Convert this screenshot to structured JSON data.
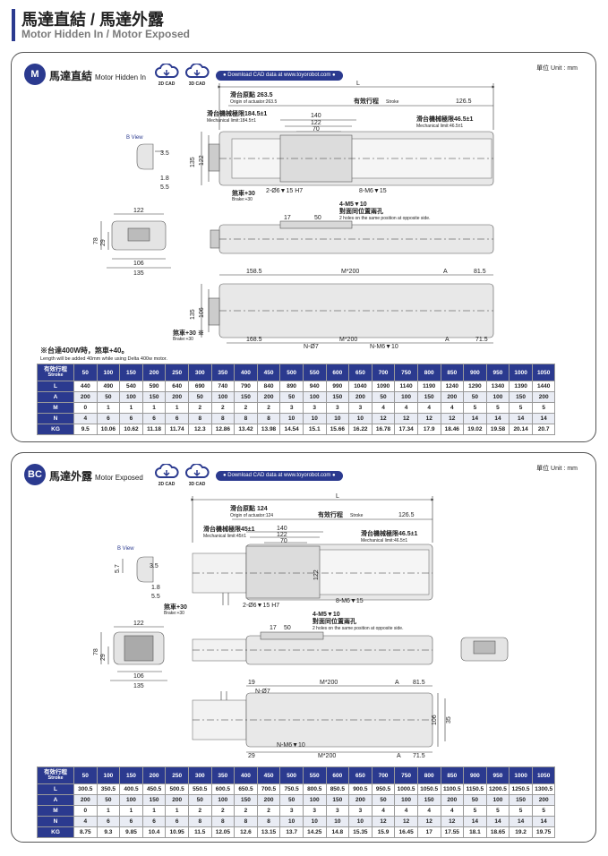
{
  "header": {
    "title": "馬達直結 / 馬達外露",
    "subtitle": "Motor Hidden In / Motor Exposed"
  },
  "panels": [
    {
      "badge": "M",
      "title_zh": "馬達直結",
      "title_en": "Motor Hidden In",
      "cad_2d": "2D CAD",
      "cad_3d": "3D CAD",
      "download": "Download CAD data at www.toyorobot.com",
      "unit": "單位 Unit : mm",
      "labels": {
        "b_view": "B View",
        "L": "L",
        "origin_zh": "滑台原點 263.5",
        "origin_en": "Origin of actuator:263.5",
        "stroke_zh": "有效行程",
        "stroke_en": "Stroke",
        "d126": "126.5",
        "mech1_zh": "滑台機械極限184.5±1",
        "mech1_en": "Mechanical limit:184.5±1",
        "mech2_zh": "滑台機械極限46.5±1",
        "mech2_en": "Mechanical limit:46.5±1",
        "d140": "140",
        "d122": "122",
        "d70": "70",
        "d135": "135",
        "d122v": "122",
        "d35": "3.5",
        "d18": "1.8",
        "d55": "5.5",
        "hole1": "2-Ø6▼15 H7",
        "hole2": "8-M6▼15",
        "brake_zh": "煞車+30",
        "brake_en": "Brake:+30",
        "m5_zh": "4-M5▼10",
        "m5_zh2": "對面同位置兩孔",
        "m5_en": "2 holes on the same position at opposite side.",
        "d17": "17",
        "d50": "50",
        "e122": "122",
        "e78": "78",
        "e29": "29",
        "e106": "106",
        "e135": "135",
        "d1585": "158.5",
        "m200": "M*200",
        "A": "A",
        "d815": "81.5",
        "d1685": "168.5",
        "n07": "N-Ø7",
        "nm6": "N-M6▼10",
        "d715": "71.5",
        "brake2_zh": "煞車+30 ※",
        "brake2_en": "Brake:+30",
        "p135": "135",
        "p106": "106"
      },
      "notes": {
        "main": "※台達400W時，煞車+40。",
        "en": "Length will be added 40mm while using Delta 400w motor."
      },
      "table": {
        "head_zh": "有效行程",
        "head_en": "Stroke",
        "strokes": [
          "50",
          "100",
          "150",
          "200",
          "250",
          "300",
          "350",
          "400",
          "450",
          "500",
          "550",
          "600",
          "650",
          "700",
          "750",
          "800",
          "850",
          "900",
          "950",
          "1000",
          "1050"
        ],
        "rows": [
          {
            "label": "L",
            "values": [
              "440",
              "490",
              "540",
              "590",
              "640",
              "690",
              "740",
              "790",
              "840",
              "890",
              "940",
              "990",
              "1040",
              "1090",
              "1140",
              "1190",
              "1240",
              "1290",
              "1340",
              "1390",
              "1440"
            ]
          },
          {
            "label": "A",
            "values": [
              "200",
              "50",
              "100",
              "150",
              "200",
              "50",
              "100",
              "150",
              "200",
              "50",
              "100",
              "150",
              "200",
              "50",
              "100",
              "150",
              "200",
              "50",
              "100",
              "150",
              "200"
            ]
          },
          {
            "label": "M",
            "values": [
              "0",
              "1",
              "1",
              "1",
              "1",
              "2",
              "2",
              "2",
              "2",
              "3",
              "3",
              "3",
              "3",
              "4",
              "4",
              "4",
              "4",
              "5",
              "5",
              "5",
              "5"
            ]
          },
          {
            "label": "N",
            "values": [
              "4",
              "6",
              "6",
              "6",
              "6",
              "8",
              "8",
              "8",
              "8",
              "10",
              "10",
              "10",
              "10",
              "12",
              "12",
              "12",
              "12",
              "14",
              "14",
              "14",
              "14"
            ]
          },
          {
            "label": "KG",
            "values": [
              "9.5",
              "10.06",
              "10.62",
              "11.18",
              "11.74",
              "12.3",
              "12.86",
              "13.42",
              "13.98",
              "14.54",
              "15.1",
              "15.66",
              "16.22",
              "16.78",
              "17.34",
              "17.9",
              "18.46",
              "19.02",
              "19.58",
              "20.14",
              "20.7"
            ]
          }
        ]
      }
    },
    {
      "badge": "BC",
      "title_zh": "馬達外露",
      "title_en": "Motor Exposed",
      "cad_2d": "2D CAD",
      "cad_3d": "3D CAD",
      "download": "Download CAD data at www.toyorobot.com",
      "unit": "單位 Unit : mm",
      "labels": {
        "b_view": "B View",
        "L": "L",
        "origin_zh": "滑台原點 124",
        "origin_en": "Origin of actuator:124",
        "stroke_zh": "有效行程",
        "stroke_en": "Stroke",
        "d126": "126.5",
        "mech1_zh": "滑台機械極限45±1",
        "mech1_en": "Mechanical limit:45±1",
        "mech2_zh": "滑台機械極限46.5±1",
        "mech2_en": "Mechanical limit:46.5±1",
        "d140": "140",
        "d122": "122",
        "d70": "70",
        "d122v": "122",
        "d57": "5.7",
        "d35": "3.5",
        "d18": "1.8",
        "d55": "5.5",
        "hole1": "2-Ø6▼15 H7",
        "hole2": "8-M6▼15",
        "brake_zh": "煞車+30",
        "brake_en": "Brake:+30",
        "m5_zh": "4-M5▼10",
        "m5_zh2": "對面同位置兩孔",
        "m5_en": "2 holes on the same position at opposite side.",
        "d17": "17",
        "d50": "50",
        "e122": "122",
        "e78": "78",
        "e29": "29",
        "e106": "106",
        "e135": "135",
        "d19": "19",
        "m200": "M*200",
        "A": "A",
        "d815": "81.5",
        "n07": "N-Ø7",
        "nm6": "N-M6▼10",
        "d29": "29",
        "d715": "71.5",
        "p106": "106",
        "p35": "35"
      },
      "table": {
        "head_zh": "有效行程",
        "head_en": "Stroke",
        "strokes": [
          "50",
          "100",
          "150",
          "200",
          "250",
          "300",
          "350",
          "400",
          "450",
          "500",
          "550",
          "600",
          "650",
          "700",
          "750",
          "800",
          "850",
          "900",
          "950",
          "1000",
          "1050"
        ],
        "rows": [
          {
            "label": "L",
            "values": [
              "300.5",
              "350.5",
              "400.5",
              "450.5",
              "500.5",
              "550.5",
              "600.5",
              "650.5",
              "700.5",
              "750.5",
              "800.5",
              "850.5",
              "900.5",
              "950.5",
              "1000.5",
              "1050.5",
              "1100.5",
              "1150.5",
              "1200.5",
              "1250.5",
              "1300.5"
            ]
          },
          {
            "label": "A",
            "values": [
              "200",
              "50",
              "100",
              "150",
              "200",
              "50",
              "100",
              "150",
              "200",
              "50",
              "100",
              "150",
              "200",
              "50",
              "100",
              "150",
              "200",
              "50",
              "100",
              "150",
              "200"
            ]
          },
          {
            "label": "M",
            "values": [
              "0",
              "1",
              "1",
              "1",
              "1",
              "2",
              "2",
              "2",
              "2",
              "3",
              "3",
              "3",
              "3",
              "4",
              "4",
              "4",
              "4",
              "5",
              "5",
              "5",
              "5"
            ]
          },
          {
            "label": "N",
            "values": [
              "4",
              "6",
              "6",
              "6",
              "6",
              "8",
              "8",
              "8",
              "8",
              "10",
              "10",
              "10",
              "10",
              "12",
              "12",
              "12",
              "12",
              "14",
              "14",
              "14",
              "14"
            ]
          },
          {
            "label": "KG",
            "values": [
              "8.75",
              "9.3",
              "9.85",
              "10.4",
              "10.95",
              "11.5",
              "12.05",
              "12.6",
              "13.15",
              "13.7",
              "14.25",
              "14.8",
              "15.35",
              "15.9",
              "16.45",
              "17",
              "17.55",
              "18.1",
              "18.65",
              "19.2",
              "19.75"
            ]
          }
        ]
      }
    }
  ]
}
